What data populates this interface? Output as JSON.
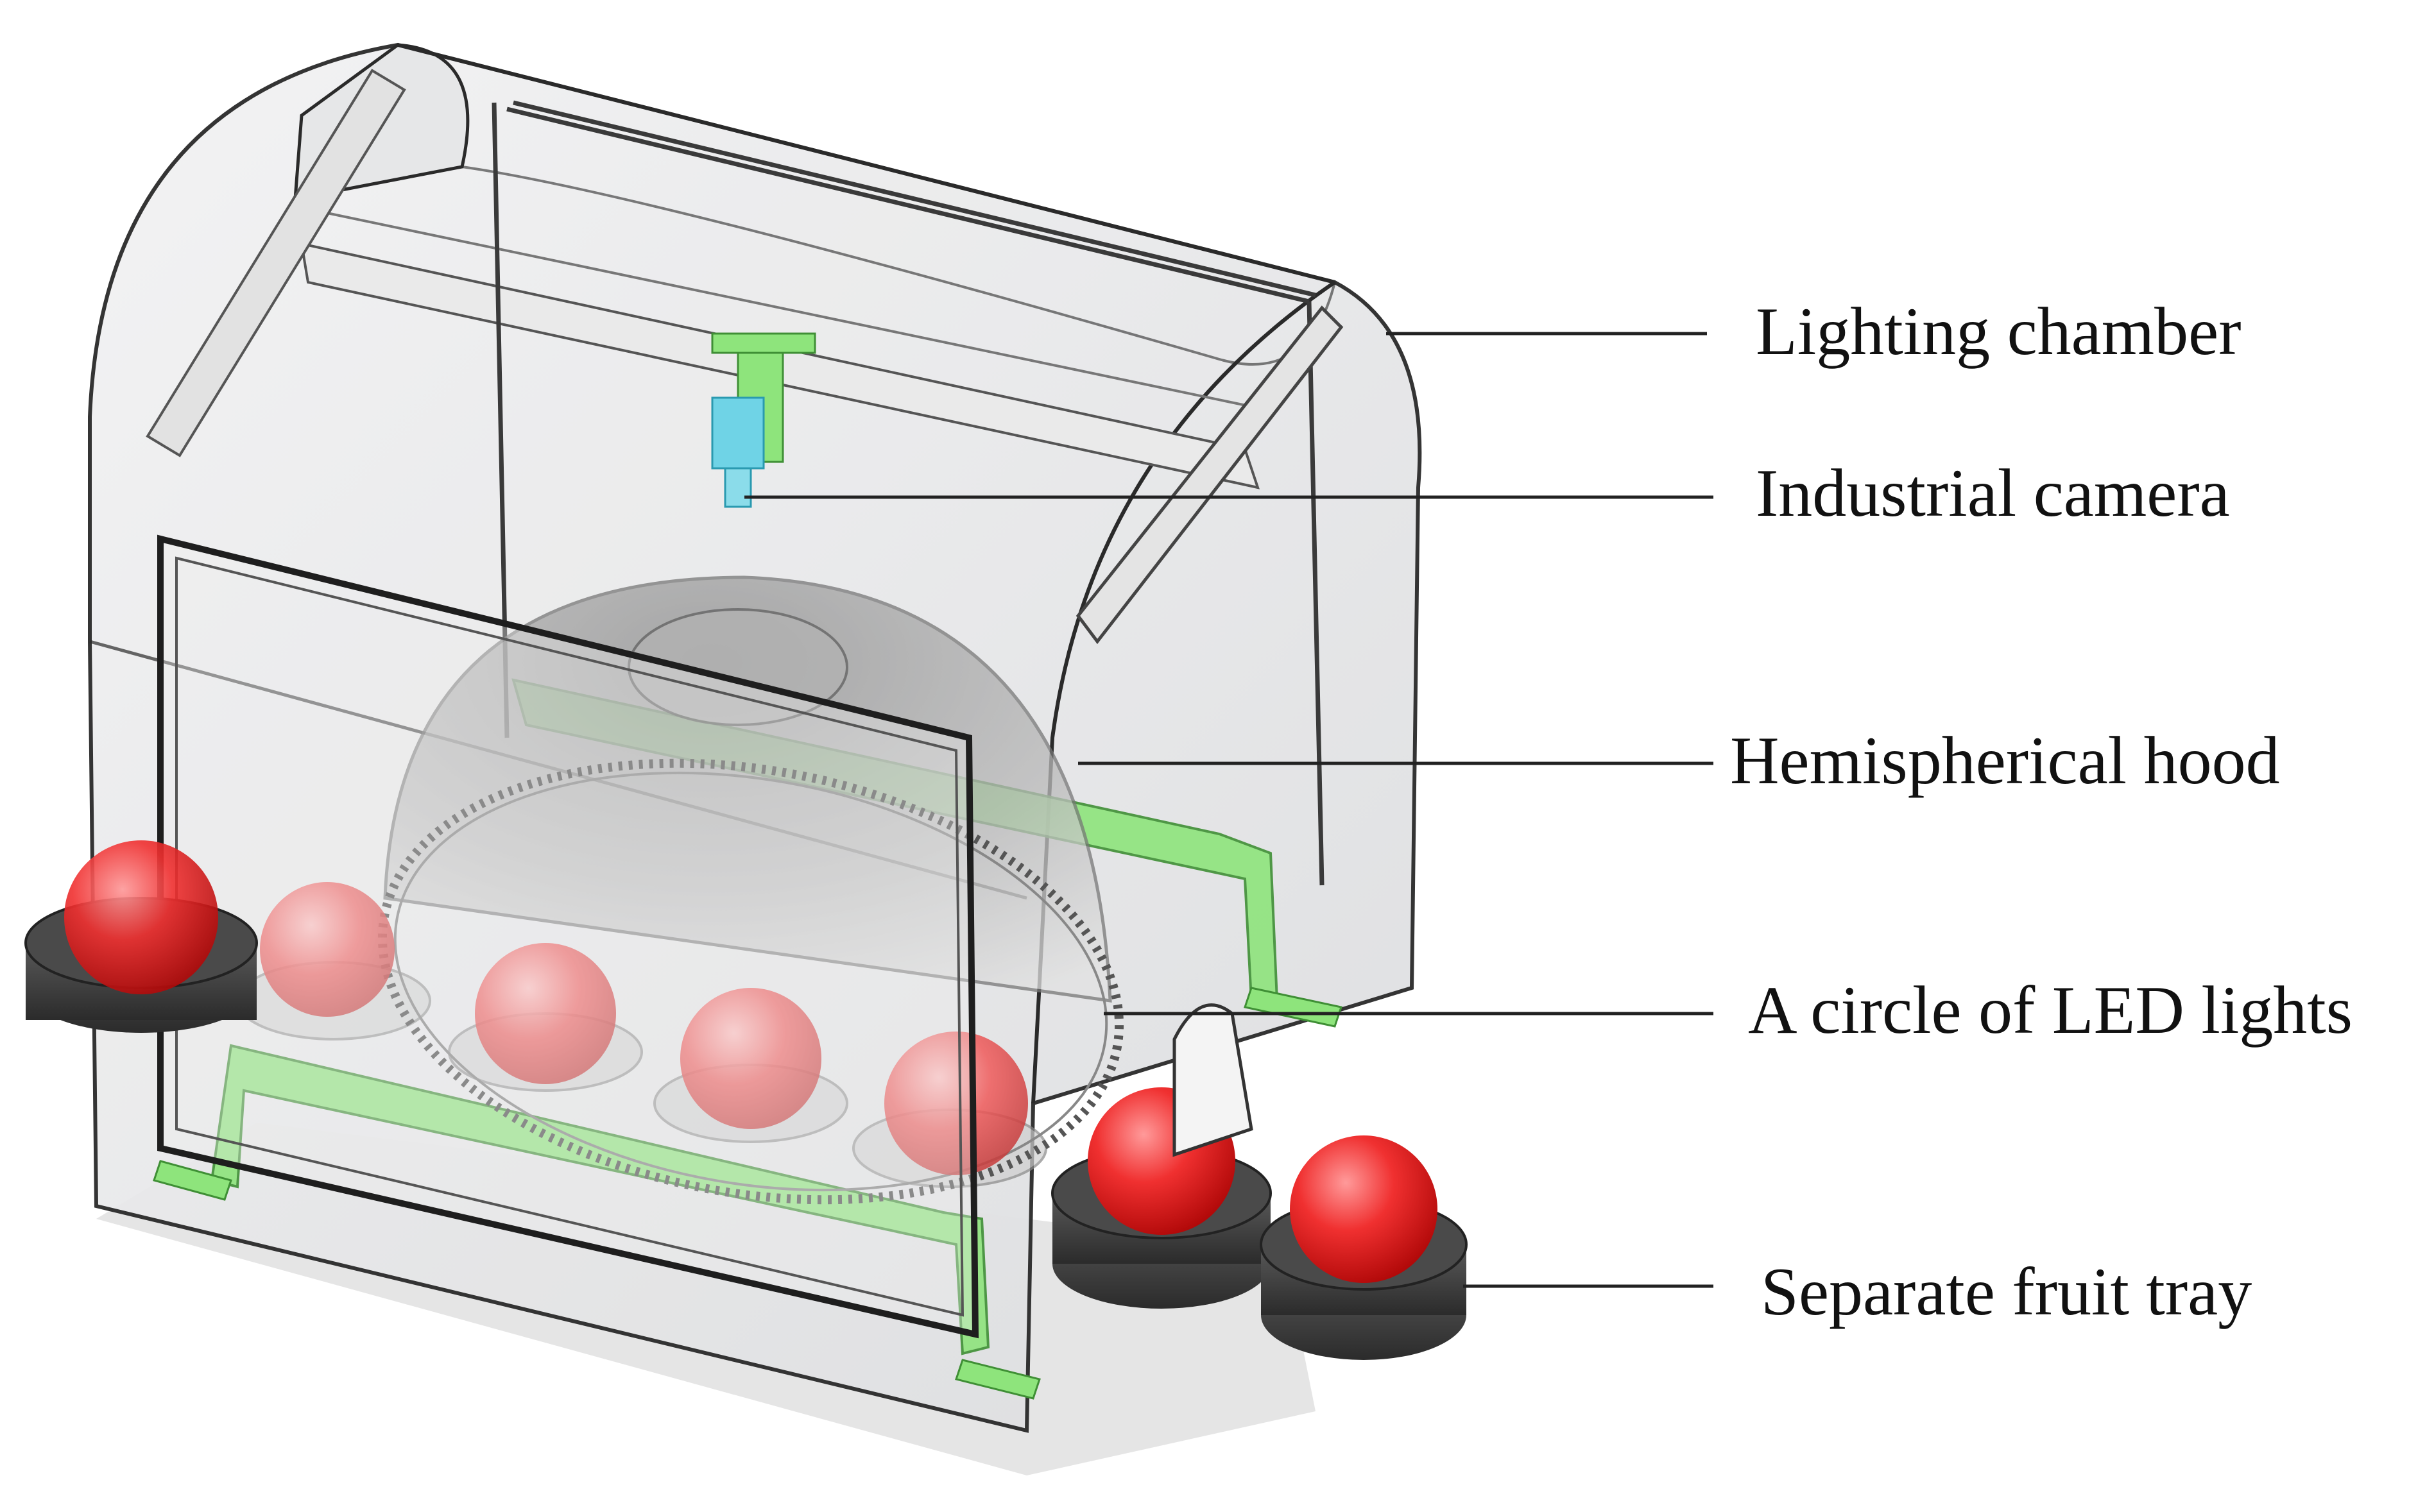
{
  "figure": {
    "subject": "fruit imaging device assembly",
    "colors": {
      "chamber_outline": "#2a2a2a",
      "glass_fill": "#e9eaeb",
      "bracket_green": "#86e27a",
      "camera_cyan": "#6fd3e6",
      "fruit_red": "#e01414",
      "tray_dark": "#3a3a3a",
      "hood_grey": "#a9a9a9",
      "shadow": "#d6d6d6",
      "leader_line": "#222222"
    }
  },
  "callouts": [
    {
      "id": "lighting-chamber",
      "text": "Lighting chamber"
    },
    {
      "id": "industrial-camera",
      "text": "Industrial camera"
    },
    {
      "id": "hemispherical-hood",
      "text": "Hemispherical hood"
    },
    {
      "id": "led-circle",
      "text": "A circle of LED lights"
    },
    {
      "id": "fruit-tray",
      "text": "Separate fruit tray"
    }
  ]
}
